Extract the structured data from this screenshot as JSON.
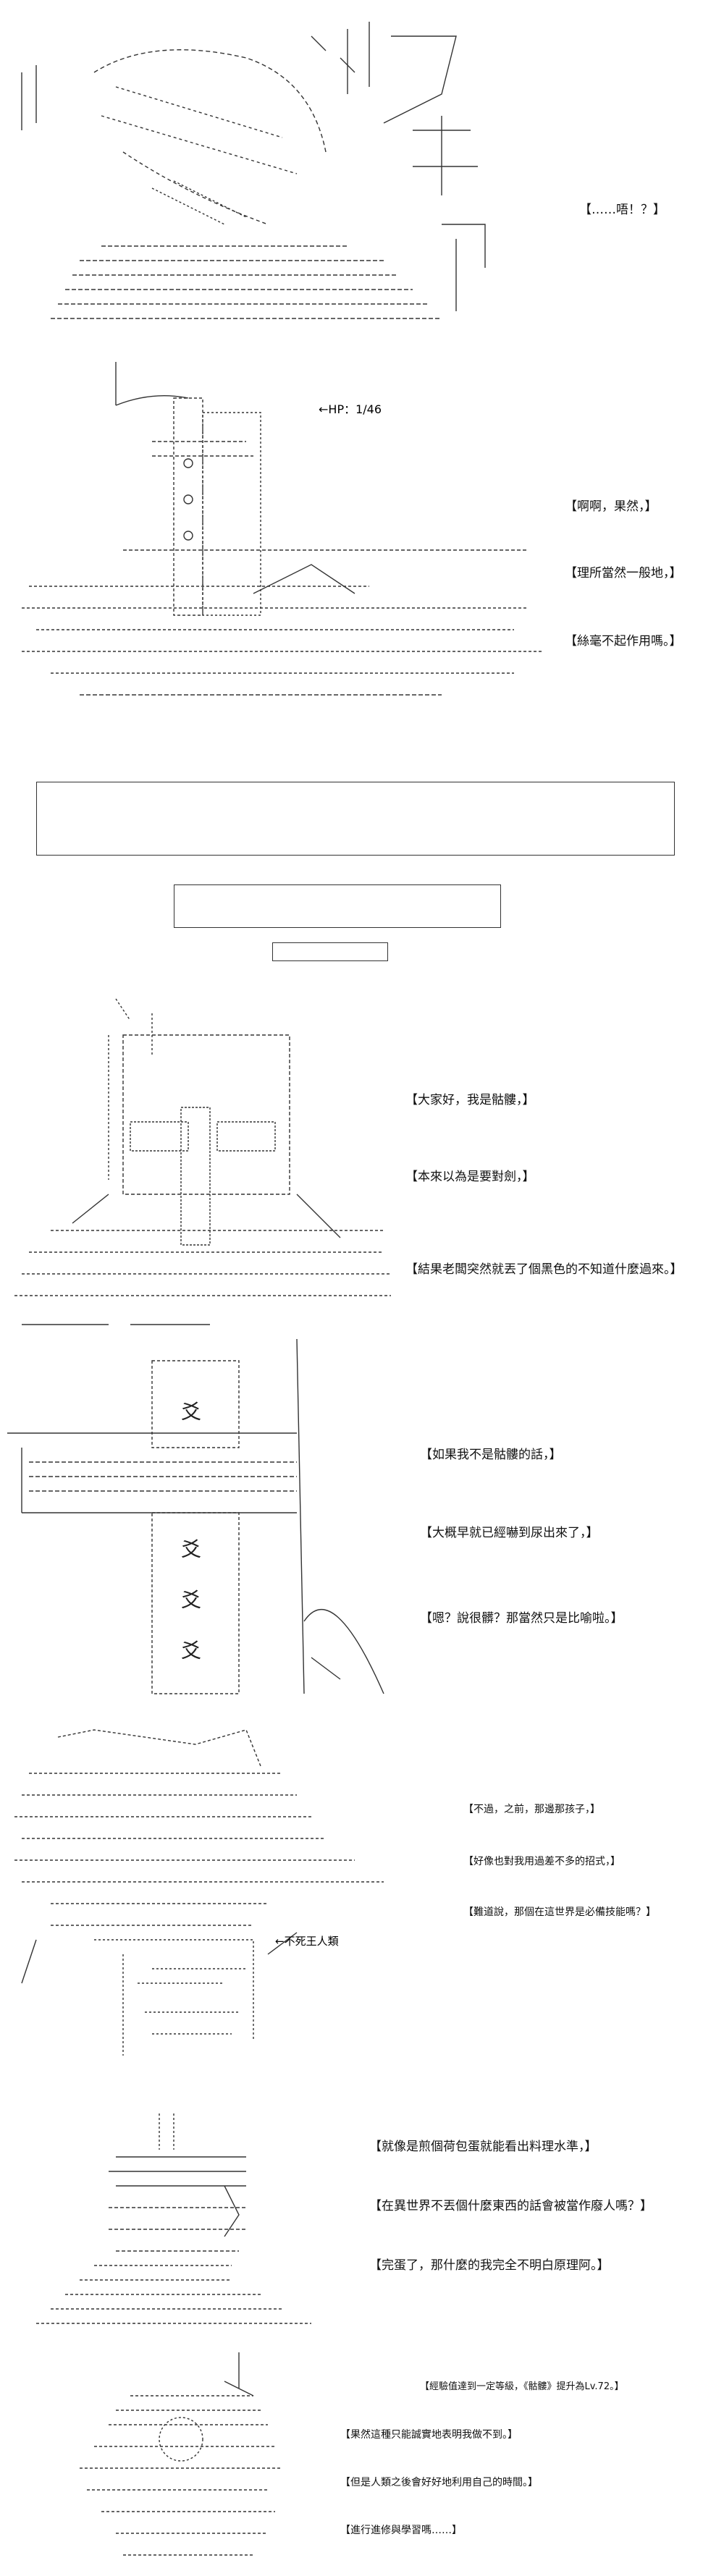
{
  "panels": [
    {
      "id": "p1",
      "lines": [
        "【……唔！？】"
      ]
    },
    {
      "id": "p2",
      "hp_note": "←HP：1/46",
      "lines": [
        "【啊啊，果然，】",
        "【理所當然一般地，】",
        "【絲毫不起作用嗎。】"
      ]
    },
    {
      "id": "p4",
      "lines": [
        "【大家好，我是骷髏，】",
        "【本來以為是要對劍，】",
        "【結果老闆突然就丟了個黑色的不知道什麼過來。】"
      ]
    },
    {
      "id": "p5",
      "lines": [
        "【如果我不是骷髏的話，】",
        "【大概早就已經嚇到尿出來了，】",
        "【嗯？說很髒？那當然只是比喻啦。】"
      ]
    },
    {
      "id": "p6",
      "label": "←不死王人類",
      "lines": [
        "【不過，之前，那邊那孩子，】",
        "【好像也對我用過差不多的招式，】",
        "【難道說，那個在這世界是必備技能嗎？】"
      ]
    },
    {
      "id": "p7",
      "lines": [
        "【就像是煎個荷包蛋就能看出料理水準，】",
        "【在異世界不丟個什麼東西的話會被當作廢人嗎？】",
        "【完蛋了，那什麼的我完全不明白原理阿。】"
      ]
    },
    {
      "id": "p8",
      "lines": [
        "【經驗值達到一定等級，《骷髏》提升為Lv.72。】",
        "【果然這種只能誠實地表明我做不到。】",
        "【但是人類之後會好好地利用自己的時間。】",
        "【進行進修與學習嗎……】"
      ]
    }
  ],
  "colors": {
    "ink": "#111111",
    "line": "#333333",
    "paper": "#ffffff"
  }
}
